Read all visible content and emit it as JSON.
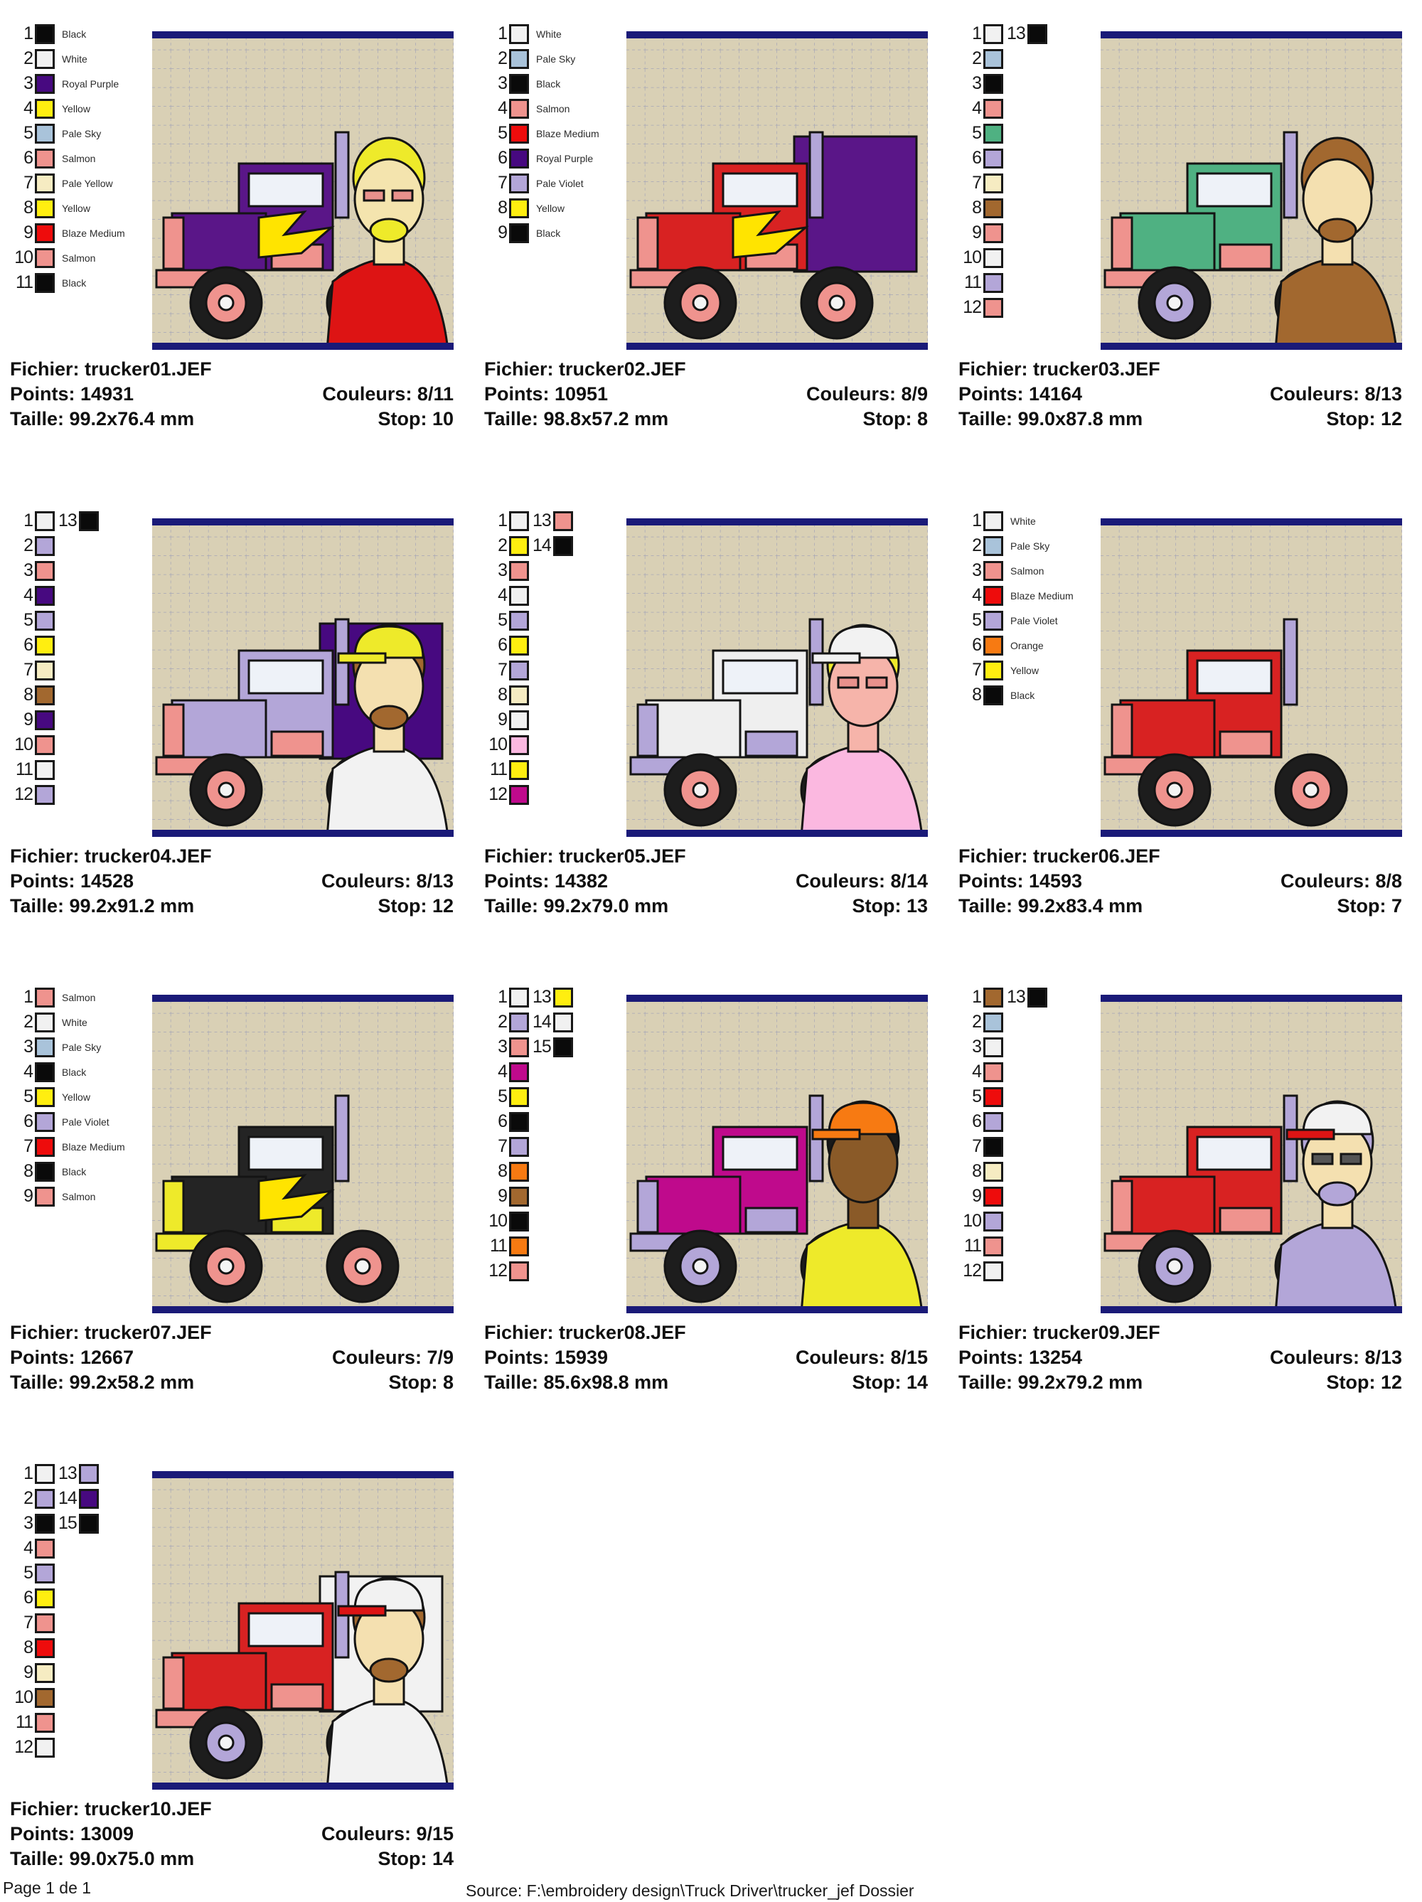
{
  "page": {
    "footer_left": "Page 1 de 1",
    "footer_source": "Source: F:\\embroidery design\\Truck Driver\\trucker_jef Dossier"
  },
  "labels": {
    "fichier": "Fichier:",
    "points": "Points:",
    "couleurs": "Couleurs:",
    "taille": "Taille:",
    "stop": "Stop:"
  },
  "palette": {
    "black": "#0a0a0a",
    "white": "#f1f1f1",
    "royal_purple": "#470980",
    "yellow": "#ffee10",
    "pale_sky": "#a9c3da",
    "salmon": "#ef938e",
    "pale_yellow": "#f6ecc2",
    "blaze_medium": "#ee0c0c",
    "pale_violet": "#b3a6d8",
    "green": "#4fb182",
    "brown": "#a2682f",
    "pink": "#fbb8e0",
    "magenta": "#bf0a8c",
    "orange": "#f77a12"
  },
  "thumb": {
    "bg": "#d9d0b5",
    "grid": "#a6a6b6",
    "bar": "#1a1a78",
    "outline": "#141414"
  },
  "designs": [
    {
      "file": "trucker01.JEF",
      "points": "14931",
      "couleurs": "8/11",
      "taille": "99.2x76.4 mm",
      "stop": "10",
      "swatches": [
        {
          "c": "black",
          "label": "Black"
        },
        {
          "c": "white",
          "label": "White"
        },
        {
          "c": "royal_purple",
          "label": "Royal Purple"
        },
        {
          "c": "yellow",
          "label": "Yellow"
        },
        {
          "c": "pale_sky",
          "label": "Pale Sky"
        },
        {
          "c": "salmon",
          "label": "Salmon"
        },
        {
          "c": "pale_yellow",
          "label": "Pale Yellow"
        },
        {
          "c": "yellow",
          "label": "Yellow"
        },
        {
          "c": "blaze_medium",
          "label": "Blaze Medium"
        },
        {
          "c": "salmon",
          "label": "Salmon"
        },
        {
          "c": "black",
          "label": "Black"
        }
      ],
      "extras": [],
      "art": {
        "truck": "#5a1688",
        "flame": "#ffe400",
        "grille": "#ef938e",
        "wheel": "#ef938e",
        "figure": {
          "skin": "#f4e4ae",
          "hair": "#eeea2a",
          "shirt": "#dd1414",
          "glasses": "#e8918c",
          "beard": true
        }
      }
    },
    {
      "file": "trucker02.JEF",
      "points": "10951",
      "couleurs": "8/9",
      "taille": "98.8x57.2 mm",
      "stop": "8",
      "swatches": [
        {
          "c": "white",
          "label": "White"
        },
        {
          "c": "pale_sky",
          "label": "Pale Sky"
        },
        {
          "c": "black",
          "label": "Black"
        },
        {
          "c": "salmon",
          "label": "Salmon"
        },
        {
          "c": "blaze_medium",
          "label": "Blaze Medium"
        },
        {
          "c": "royal_purple",
          "label": "Royal Purple"
        },
        {
          "c": "pale_violet",
          "label": "Pale Violet"
        },
        {
          "c": "yellow",
          "label": "Yellow"
        },
        {
          "c": "black",
          "label": "Black"
        }
      ],
      "extras": [],
      "art": {
        "truck": "#d82222",
        "trailer": "#5a1688",
        "flame": "#ffe400",
        "grille": "#ef938e",
        "wheel": "#ef938e"
      }
    },
    {
      "file": "trucker03.JEF",
      "points": "14164",
      "couleurs": "8/13",
      "taille": "99.0x87.8 mm",
      "stop": "12",
      "swatches": [
        {
          "c": "white"
        },
        {
          "c": "pale_sky"
        },
        {
          "c": "black"
        },
        {
          "c": "salmon"
        },
        {
          "c": "green"
        },
        {
          "c": "pale_violet"
        },
        {
          "c": "pale_yellow"
        },
        {
          "c": "brown"
        },
        {
          "c": "salmon"
        },
        {
          "c": "white"
        },
        {
          "c": "pale_violet"
        },
        {
          "c": "salmon"
        }
      ],
      "extras": [
        {
          "n": 13,
          "c": "black"
        }
      ],
      "art": {
        "truck": "#4fb182",
        "grille": "#ef938e",
        "wheel": "#b3a6d8",
        "figure": {
          "skin": "#f4e0b0",
          "hair": "#a2682f",
          "shirt": "#a2682f",
          "beard": true
        }
      }
    },
    {
      "file": "trucker04.JEF",
      "points": "14528",
      "couleurs": "8/13",
      "taille": "99.2x91.2 mm",
      "stop": "12",
      "swatches": [
        {
          "c": "white"
        },
        {
          "c": "pale_violet"
        },
        {
          "c": "salmon"
        },
        {
          "c": "royal_purple"
        },
        {
          "c": "pale_violet"
        },
        {
          "c": "yellow"
        },
        {
          "c": "pale_yellow"
        },
        {
          "c": "brown"
        },
        {
          "c": "royal_purple"
        },
        {
          "c": "salmon"
        },
        {
          "c": "white"
        },
        {
          "c": "pale_violet"
        }
      ],
      "extras": [
        {
          "n": 13,
          "c": "black"
        }
      ],
      "art": {
        "truck": "#b3a6d8",
        "trailer": "#470980",
        "grille": "#ef938e",
        "wheel": "#ef938e",
        "figure": {
          "skin": "#f4e0b0",
          "hair": "#a2682f",
          "shirt": "#f2f2f2",
          "cap": "#eeea2a",
          "beard": true
        }
      }
    },
    {
      "file": "trucker05.JEF",
      "points": "14382",
      "couleurs": "8/14",
      "taille": "99.2x79.0 mm",
      "stop": "13",
      "swatches": [
        {
          "c": "white"
        },
        {
          "c": "yellow"
        },
        {
          "c": "salmon"
        },
        {
          "c": "white"
        },
        {
          "c": "pale_violet"
        },
        {
          "c": "yellow"
        },
        {
          "c": "pale_violet"
        },
        {
          "c": "pale_yellow"
        },
        {
          "c": "white"
        },
        {
          "c": "pink"
        },
        {
          "c": "yellow"
        },
        {
          "c": "magenta"
        }
      ],
      "extras": [
        {
          "n": 13,
          "c": "salmon"
        },
        {
          "n": 14,
          "c": "black"
        }
      ],
      "art": {
        "truck": "#efefef",
        "grille": "#b3a6d8",
        "wheel": "#ef938e",
        "figure": {
          "skin": "#f6b4aa",
          "hair": "#eeea2a",
          "shirt": "#fbb8e0",
          "cap": "#f2f2f2",
          "glasses": "#e8918c"
        }
      }
    },
    {
      "file": "trucker06.JEF",
      "points": "14593",
      "couleurs": "8/8",
      "taille": "99.2x83.4 mm",
      "stop": "7",
      "swatches": [
        {
          "c": "white",
          "label": "White"
        },
        {
          "c": "pale_sky",
          "label": "Pale Sky"
        },
        {
          "c": "salmon",
          "label": "Salmon"
        },
        {
          "c": "blaze_medium",
          "label": "Blaze Medium"
        },
        {
          "c": "pale_violet",
          "label": "Pale Violet"
        },
        {
          "c": "orange",
          "label": "Orange"
        },
        {
          "c": "yellow",
          "label": "Yellow"
        },
        {
          "c": "black",
          "label": "Black"
        }
      ],
      "extras": [],
      "art": {
        "truck": "#d82222",
        "grille": "#ef938e",
        "wheel": "#ef938e"
      }
    },
    {
      "file": "trucker07.JEF",
      "points": "12667",
      "couleurs": "7/9",
      "taille": "99.2x58.2 mm",
      "stop": "8",
      "swatches": [
        {
          "c": "salmon",
          "label": "Salmon"
        },
        {
          "c": "white",
          "label": "White"
        },
        {
          "c": "pale_sky",
          "label": "Pale Sky"
        },
        {
          "c": "black",
          "label": "Black"
        },
        {
          "c": "yellow",
          "label": "Yellow"
        },
        {
          "c": "pale_violet",
          "label": "Pale Violet"
        },
        {
          "c": "blaze_medium",
          "label": "Blaze Medium"
        },
        {
          "c": "black",
          "label": "Black"
        },
        {
          "c": "salmon",
          "label": "Salmon"
        }
      ],
      "extras": [],
      "art": {
        "truck": "#242424",
        "flame": "#ffe400",
        "grille": "#eeea2a",
        "wheel": "#ef938e"
      }
    },
    {
      "file": "trucker08.JEF",
      "points": "15939",
      "couleurs": "8/15",
      "taille": "85.6x98.8 mm",
      "stop": "14",
      "swatches": [
        {
          "c": "white"
        },
        {
          "c": "pale_violet"
        },
        {
          "c": "salmon"
        },
        {
          "c": "magenta"
        },
        {
          "c": "yellow"
        },
        {
          "c": "black"
        },
        {
          "c": "pale_violet"
        },
        {
          "c": "orange"
        },
        {
          "c": "brown"
        },
        {
          "c": "black"
        },
        {
          "c": "orange"
        },
        {
          "c": "salmon"
        }
      ],
      "extras": [
        {
          "n": 13,
          "c": "yellow"
        },
        {
          "n": 14,
          "c": "white"
        },
        {
          "n": 15,
          "c": "black"
        }
      ],
      "art": {
        "truck": "#bf0a8c",
        "grille": "#b3a6d8",
        "wheel": "#b3a6d8",
        "figure": {
          "skin": "#8a5a28",
          "hair": "#1a1a1a",
          "shirt": "#eeea2a",
          "cap": "#f77a12"
        }
      }
    },
    {
      "file": "trucker09.JEF",
      "points": "13254",
      "couleurs": "8/13",
      "taille": "99.2x79.2 mm",
      "stop": "12",
      "swatches": [
        {
          "c": "brown"
        },
        {
          "c": "pale_sky"
        },
        {
          "c": "white"
        },
        {
          "c": "salmon"
        },
        {
          "c": "blaze_medium"
        },
        {
          "c": "pale_violet"
        },
        {
          "c": "black"
        },
        {
          "c": "pale_yellow"
        },
        {
          "c": "blaze_medium"
        },
        {
          "c": "pale_violet"
        },
        {
          "c": "salmon"
        },
        {
          "c": "white"
        }
      ],
      "extras": [
        {
          "n": 13,
          "c": "black"
        }
      ],
      "art": {
        "truck": "#d82222",
        "grille": "#ef938e",
        "wheel": "#b3a6d8",
        "figure": {
          "skin": "#f4e0b0",
          "hair": "#b3a6d8",
          "shirt": "#b3a6d8",
          "cap": "#f2f2f2",
          "brim": "#dd1414",
          "beard": true,
          "glasses": "#555555"
        }
      }
    },
    {
      "file": "trucker10.JEF",
      "points": "13009",
      "couleurs": "9/15",
      "taille": "99.0x75.0 mm",
      "stop": "14",
      "swatches": [
        {
          "c": "white"
        },
        {
          "c": "pale_violet"
        },
        {
          "c": "black"
        },
        {
          "c": "salmon"
        },
        {
          "c": "pale_violet"
        },
        {
          "c": "yellow"
        },
        {
          "c": "salmon"
        },
        {
          "c": "blaze_medium"
        },
        {
          "c": "pale_yellow"
        },
        {
          "c": "brown"
        },
        {
          "c": "salmon"
        },
        {
          "c": "white"
        }
      ],
      "extras": [
        {
          "n": 13,
          "c": "pale_violet"
        },
        {
          "n": 14,
          "c": "royal_purple"
        },
        {
          "n": 15,
          "c": "black"
        }
      ],
      "art": {
        "truck": "#d82222",
        "trailer": "#f2f2f2",
        "grille": "#ef938e",
        "wheel": "#b3a6d8",
        "figure": {
          "skin": "#f4e0b0",
          "hair": "#a2682f",
          "shirt": "#f2f2f2",
          "cap": "#f2f2f2",
          "brim": "#dd1414",
          "beard": true
        }
      }
    }
  ]
}
